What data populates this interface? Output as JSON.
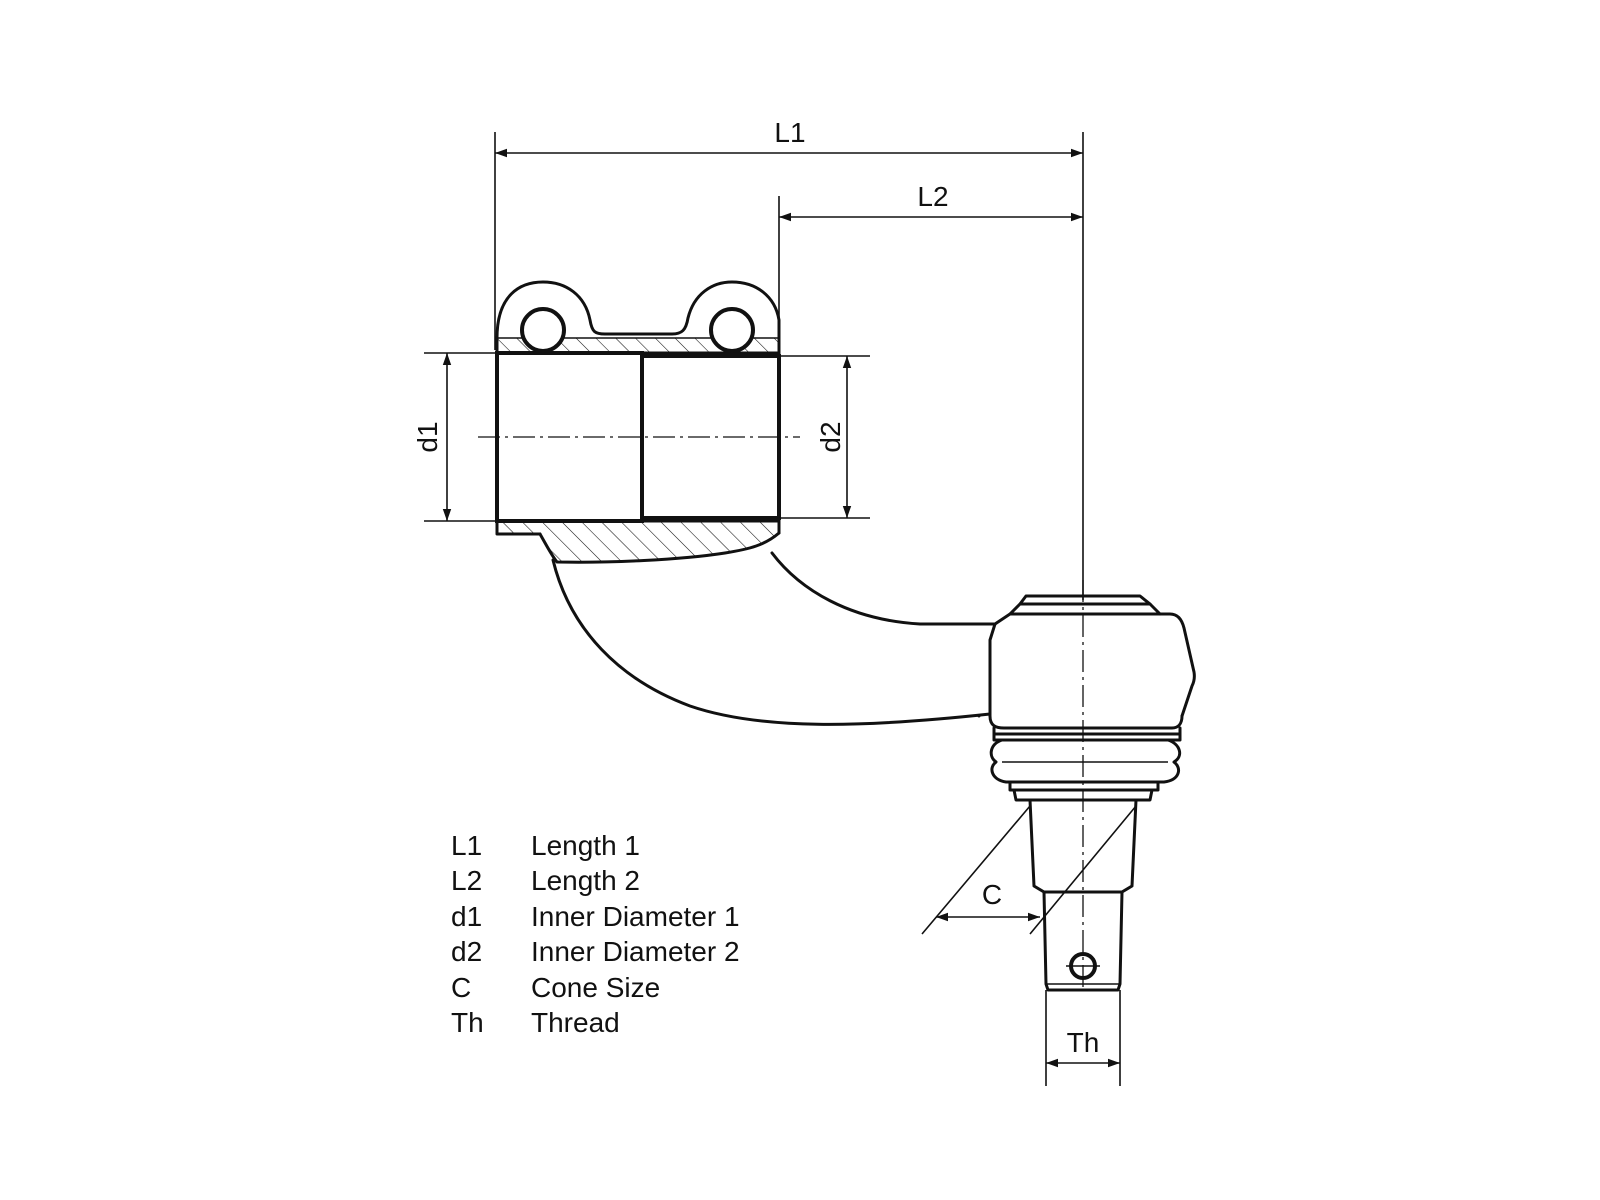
{
  "dimensions": {
    "L1": "L1",
    "L2": "L2",
    "d1": "d1",
    "d2": "d2",
    "C": "C",
    "Th": "Th"
  },
  "legend": [
    {
      "code": "L1",
      "description": "Length 1"
    },
    {
      "code": "L2",
      "description": "Length 2"
    },
    {
      "code": "d1",
      "description": "Inner Diameter 1"
    },
    {
      "code": "d2",
      "description": "Inner Diameter 2"
    },
    {
      "code": "C",
      "description": "Cone Size"
    },
    {
      "code": "Th",
      "description": "Thread"
    }
  ]
}
